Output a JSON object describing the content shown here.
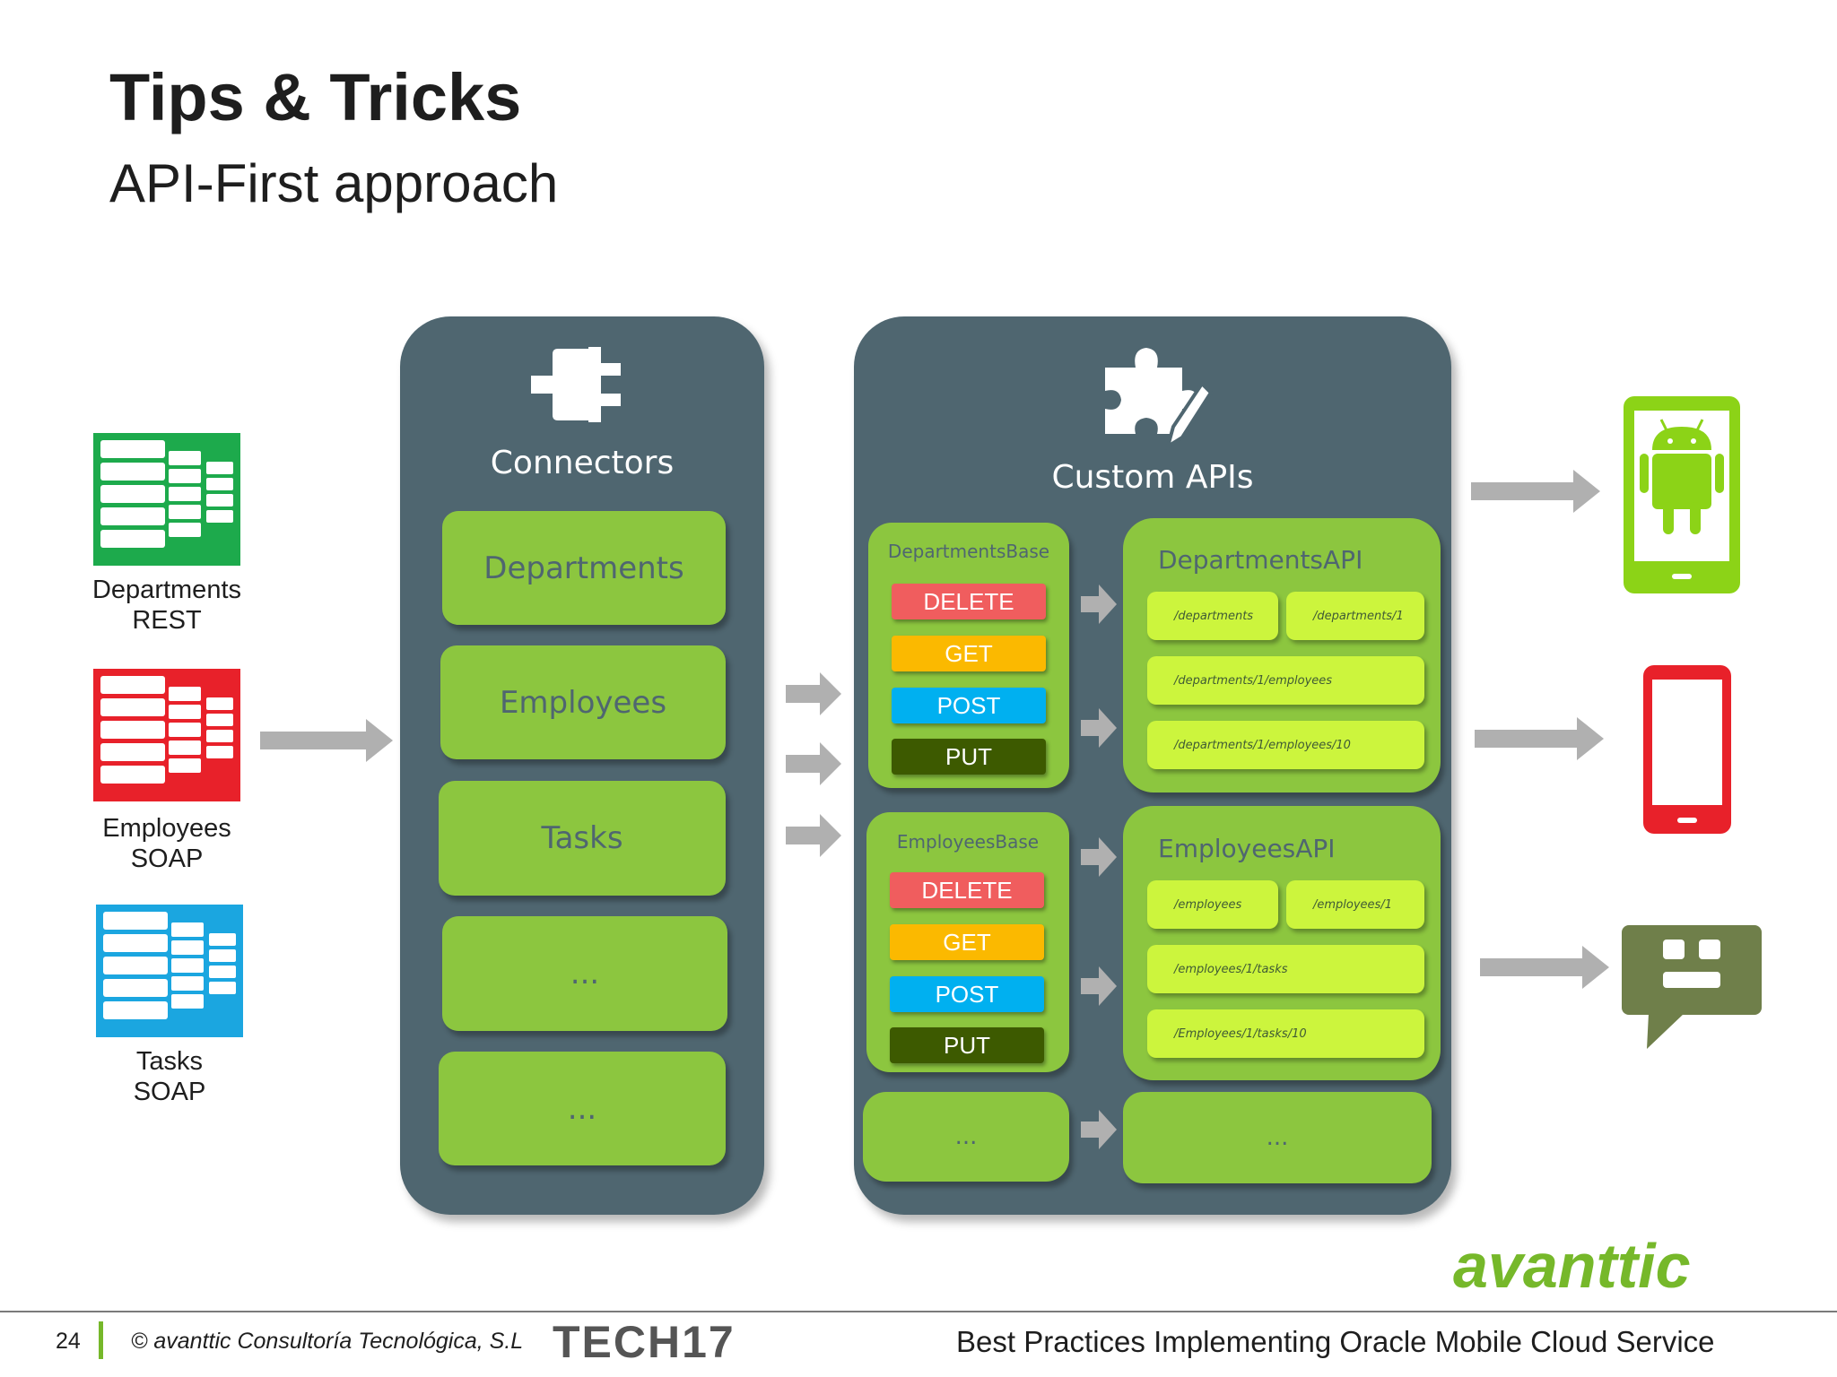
{
  "header": {
    "title": "Tips & Tricks",
    "subtitle": "API-First approach"
  },
  "sources": [
    {
      "line1": "Departments",
      "line2": "REST",
      "color": "#1daa4c"
    },
    {
      "line1": "Employees",
      "line2": "SOAP",
      "color": "#e8212a"
    },
    {
      "line1": "Tasks",
      "line2": "SOAP",
      "color": "#1ba6e0"
    }
  ],
  "connectors": {
    "title": "Connectors",
    "icon": "plug-icon",
    "items": [
      "Departments",
      "Employees",
      "Tasks",
      "...",
      "..."
    ]
  },
  "custom_apis": {
    "title": "Custom APIs",
    "icon": "puzzle-pencil-icon",
    "bases": [
      {
        "name": "DepartmentsBase",
        "verbs": [
          "DELETE",
          "GET",
          "POST",
          "PUT"
        ]
      },
      {
        "name": "EmployeesBase",
        "verbs": [
          "DELETE",
          "GET",
          "POST",
          "PUT"
        ]
      }
    ],
    "apis": [
      {
        "name": "DepartmentsAPI",
        "endpoints": [
          "/departments",
          "/departments/1",
          "/departments/1/employees",
          "/departments/1/employees/10"
        ]
      },
      {
        "name": "EmployeesAPI",
        "endpoints": [
          "/employees",
          "/employees/1",
          "/employees/1/tasks",
          "/Employees/1/tasks/10"
        ]
      }
    ],
    "more_base": "...",
    "more_api": "..."
  },
  "verb_colors": {
    "DELETE": "#f05d5e",
    "GET": "#fbb900",
    "POST": "#00b0f0",
    "PUT": "#3d5a00"
  },
  "clients": [
    {
      "icon": "android-phone-icon",
      "color": "#8cd317"
    },
    {
      "icon": "mobile-phone-icon",
      "color": "#e8212a"
    },
    {
      "icon": "chatbot-icon",
      "color": "#6f7f4a"
    }
  ],
  "footer": {
    "page": "24",
    "copyright": "© avanttic Consultoría Tecnológica, S.L",
    "event_logo": "TECH17",
    "talk": "Best Practices Implementing Oracle Mobile Cloud Service",
    "brand": "avanttic"
  }
}
